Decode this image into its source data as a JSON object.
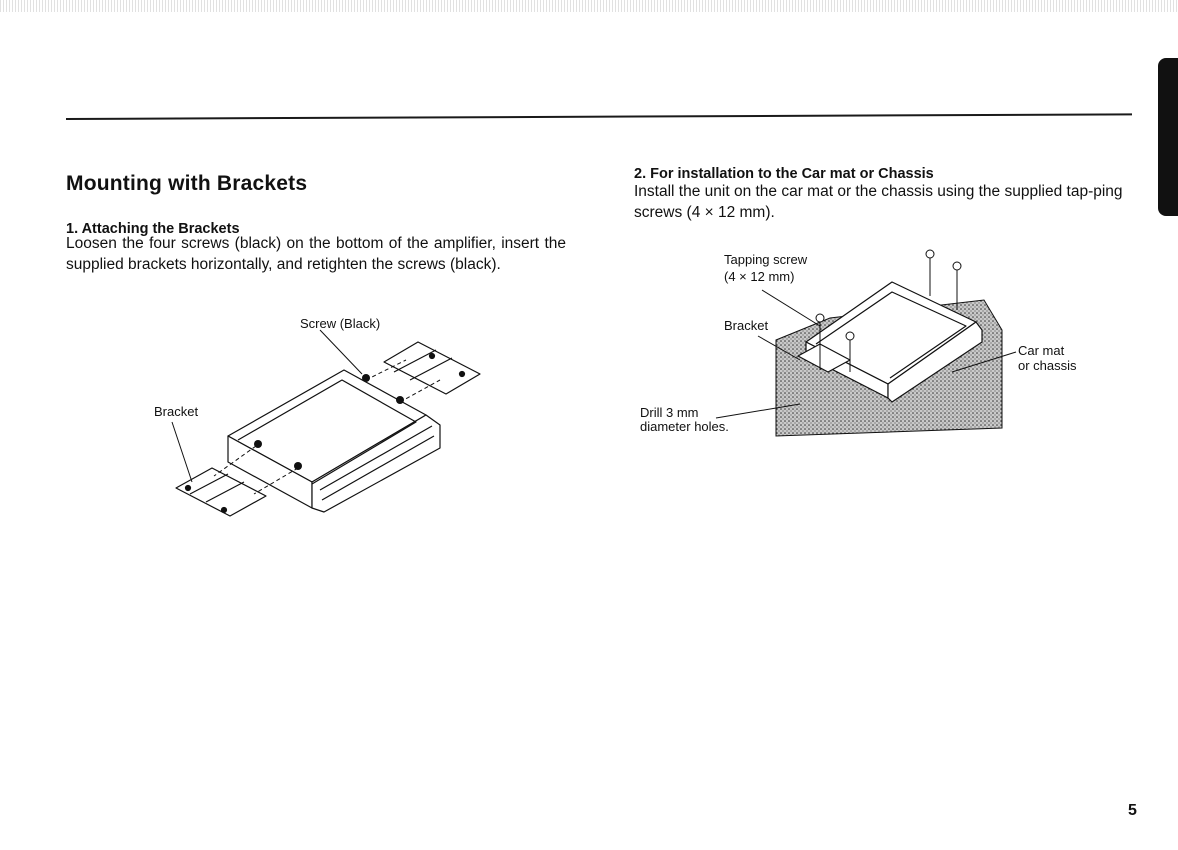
{
  "heading": "Mounting with Brackets",
  "section1": {
    "title": "1. Attaching the Brackets",
    "body": "Loosen the four screws (black) on the bottom of the amplifier, insert the supplied brackets horizontally, and retighten the screws (black)."
  },
  "section2": {
    "title": "2. For installation to the Car mat or Chassis",
    "body": "Install the unit on the car mat or the chassis using the supplied tap-ping screws (4 × 12 mm)."
  },
  "figure1": {
    "label_screw": "Screw (Black)",
    "label_bracket": "Bracket"
  },
  "figure2": {
    "label_tapping_line1": "Tapping screw",
    "label_tapping_line2": "(4 × 12 mm)",
    "label_bracket": "Bracket",
    "label_carmat_line1": "Car mat",
    "label_carmat_line2": "or chassis",
    "label_drill_line1": "Drill 3 mm",
    "label_drill_line2": "diameter holes."
  },
  "page_number": "5"
}
